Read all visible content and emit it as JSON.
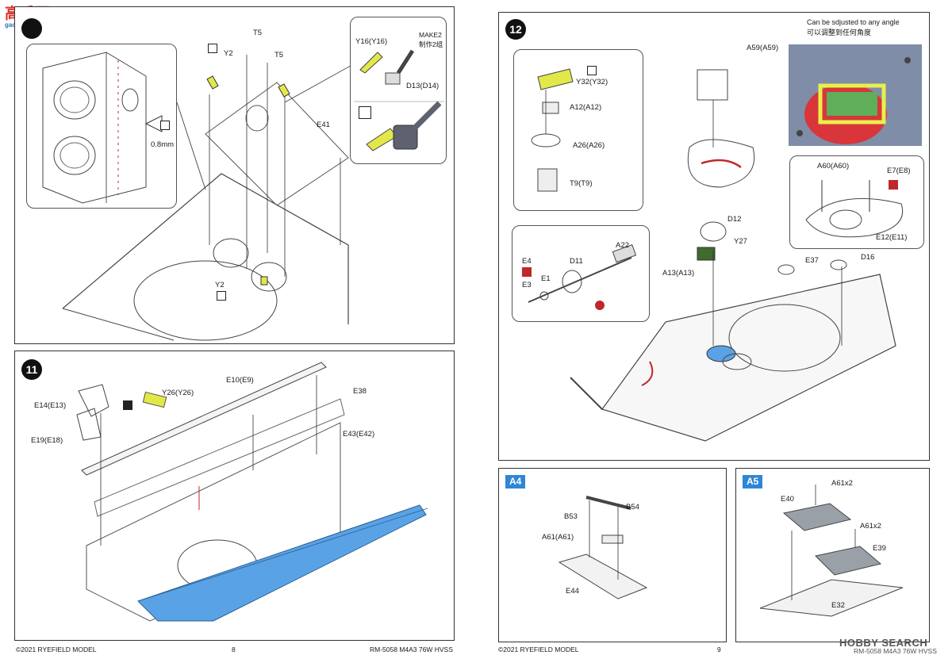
{
  "watermark_top": {
    "main": "高手网",
    "sub": "gao-shou.com"
  },
  "left_page": {
    "footer_copyright": "©2021 RYEFIELD MODEL",
    "page_number": "8",
    "footer_model": "RM-5058 M4A3 76W HVSS",
    "step10": {
      "labels": {
        "thickness": "0.8mm",
        "y2_top": "Y2",
        "t5_a": "T5",
        "t5_b": "T5",
        "e41": "E41",
        "y2_bottom": "Y2",
        "y16": "Y16(Y16)",
        "make2_en": "MAKE2",
        "make2_cn": "制作2组",
        "d13": "D13(D14)"
      }
    },
    "step11": {
      "number": "11",
      "labels": {
        "e10": "E10(E9)",
        "y26": "Y26(Y26)",
        "e38": "E38",
        "e14": "E14(E13)",
        "e43": "E43(E42)",
        "e19": "E19(E18)"
      }
    }
  },
  "right_page": {
    "footer_copyright": "©2021 RYEFIELD MODEL",
    "page_number": "9",
    "footer_model": "RM-5058 M4A3 76W HVSS",
    "step12": {
      "number": "12",
      "note_en": "Can be sdjusted to any angle",
      "note_cn": "可以调整到任何角度",
      "labels": {
        "a59": "A59(A59)",
        "y32": "Y32(Y32)",
        "a12": "A12(A12)",
        "a26": "A26(A26)",
        "t9": "T9(T9)",
        "a60": "A60(A60)",
        "e7": "E7(E8)",
        "e12": "E12(E11)",
        "d12": "D12",
        "y27": "Y27",
        "e37": "E37",
        "d16": "D16",
        "a22": "A22",
        "d11": "D11",
        "e4": "E4",
        "e1": "E1",
        "e3": "E3",
        "a13": "A13(A13)"
      }
    },
    "a4": {
      "tag": "A4",
      "labels": {
        "b54": "B54",
        "b53": "B53",
        "a61": "A61(A61)",
        "e44": "E44"
      }
    },
    "a5": {
      "tag": "A5",
      "labels": {
        "a61x2_a": "A61x2",
        "e40": "E40",
        "a61x2_b": "A61x2",
        "e39": "E39",
        "e32": "E32"
      }
    }
  },
  "watermark_bottom": {
    "text": "HOBBY SEARCH"
  },
  "colors": {
    "highlight_blue": "#5aa2e6",
    "photo_etch_yellow": "#e3e84a",
    "warning_red": "#c0282b"
  }
}
